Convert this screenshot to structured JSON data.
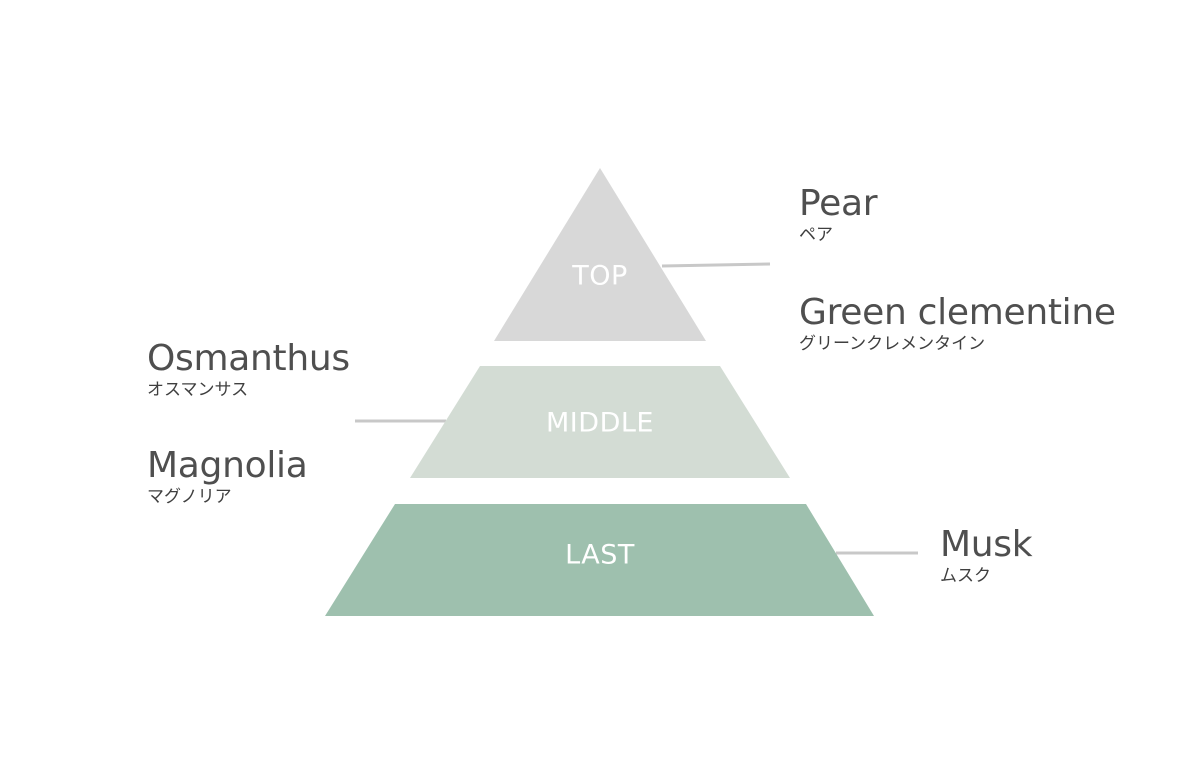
{
  "tiers": {
    "top": {
      "label": "TOP",
      "color": "#d8d8d8"
    },
    "middle": {
      "label": "MIDDLE",
      "color": "#d3dcd4"
    },
    "last": {
      "label": "LAST",
      "color": "#9ec0ae"
    }
  },
  "connector_color": "#c8c8c8",
  "text_color": "#4f4f4f",
  "notes": {
    "top": [
      {
        "en": "Pear",
        "ja": "ペア"
      },
      {
        "en": "Green clementine",
        "ja": "グリーンクレメンタイン"
      }
    ],
    "middle": [
      {
        "en": "Osmanthus",
        "ja": "オスマンサス"
      },
      {
        "en": "Magnolia",
        "ja": "マグノリア"
      }
    ],
    "last": [
      {
        "en": "Musk",
        "ja": "ムスク"
      }
    ]
  }
}
